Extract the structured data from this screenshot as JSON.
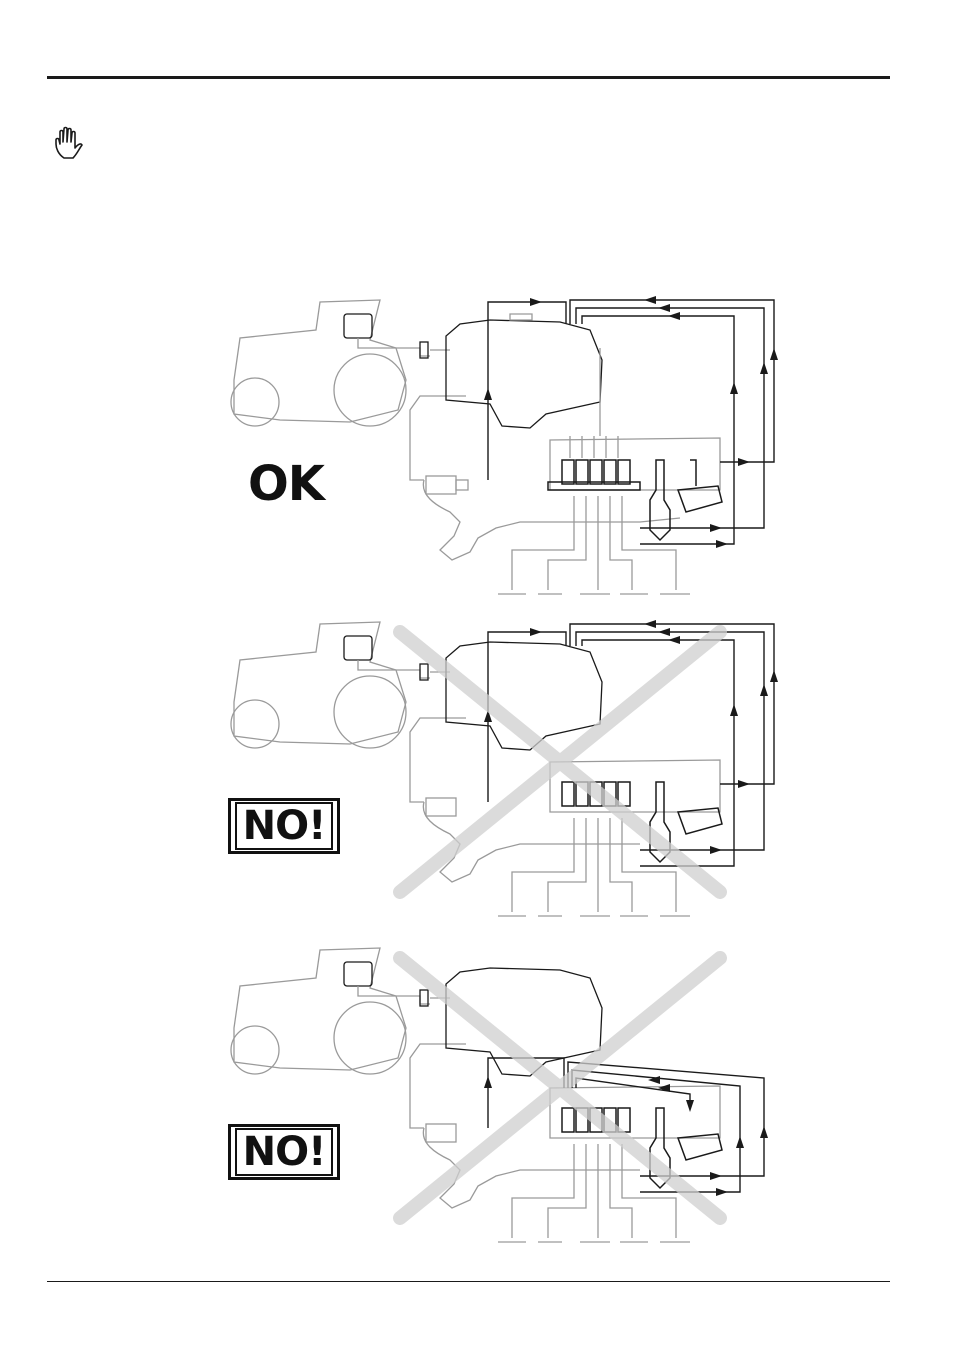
{
  "header": {
    "rule": true
  },
  "notice": {
    "icon": "hand-stop-icon"
  },
  "figures": [
    {
      "id": "correct",
      "verdict": "OK",
      "crossed": false,
      "returns_to": "tank-top"
    },
    {
      "id": "wrong-1",
      "verdict": "NO!",
      "crossed": true,
      "returns_to": "tank-top"
    },
    {
      "id": "wrong-2",
      "verdict": "NO!",
      "crossed": true,
      "returns_to": "valve-block"
    }
  ],
  "colors": {
    "line": "#1a1a1a",
    "faded": "#9a9a9a",
    "cross": "#cfcfcf"
  }
}
